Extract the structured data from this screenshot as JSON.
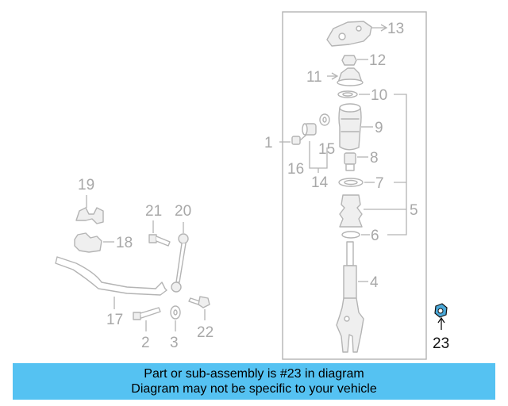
{
  "callouts": {
    "c1": "1",
    "c2": "2",
    "c3": "3",
    "c4": "4",
    "c5": "5",
    "c6": "6",
    "c7": "7",
    "c8": "8",
    "c9": "9",
    "c10": "10",
    "c11": "11",
    "c12": "12",
    "c13": "13",
    "c14": "14",
    "c15": "15",
    "c16": "16",
    "c17": "17",
    "c18": "18",
    "c19": "19",
    "c20": "20",
    "c21": "21",
    "c22": "22",
    "c23": "23"
  },
  "highlighted_part": "23",
  "colors": {
    "banner": "#55c2f2",
    "highlight_part": "#4aa8d8",
    "line_art": "#b4b4b4",
    "callout_text": "#a8a8a8"
  },
  "banner": {
    "line1": "Part or sub-assembly is #23 in diagram",
    "line2": "Diagram may not be specific to your vehicle"
  }
}
